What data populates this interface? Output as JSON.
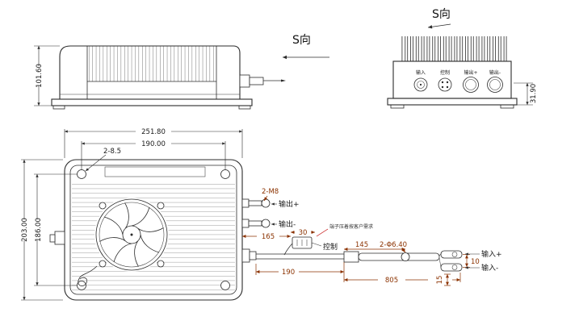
{
  "view_direction": {
    "label": "S向"
  },
  "side_view": {
    "height_dim": "101.60"
  },
  "front_view": {
    "title": "S向",
    "height_dim": "31.90",
    "connector_labels": [
      "输入",
      "控制",
      "输出+",
      "输出-"
    ]
  },
  "top_view": {
    "width_dim": "251.80",
    "hole_span_dim": "190.00",
    "hole_callout": "2-8.5",
    "height_dim": "203.00",
    "inner_span_dim": "186.00",
    "stud_callout": "2-M8",
    "output_pos": "输出+",
    "output_neg": "输出-",
    "control_label": "控制",
    "note": "端子压着按客户需求"
  },
  "cable": {
    "dim_165": "165",
    "dim_30": "30",
    "dim_190": "190",
    "dim_145": "145",
    "dim_805": "805",
    "dim_10": "10",
    "dim_15": "15",
    "terminal_callout": "2-Φ6.40",
    "input_pos": "输入+",
    "input_neg": "输入-"
  },
  "colors": {
    "background": "#ffffff",
    "line": "#2b2b2b",
    "dim_text": "#1a1a1a",
    "accent_dim": "#8b3200",
    "leader_red": "#c00000"
  }
}
